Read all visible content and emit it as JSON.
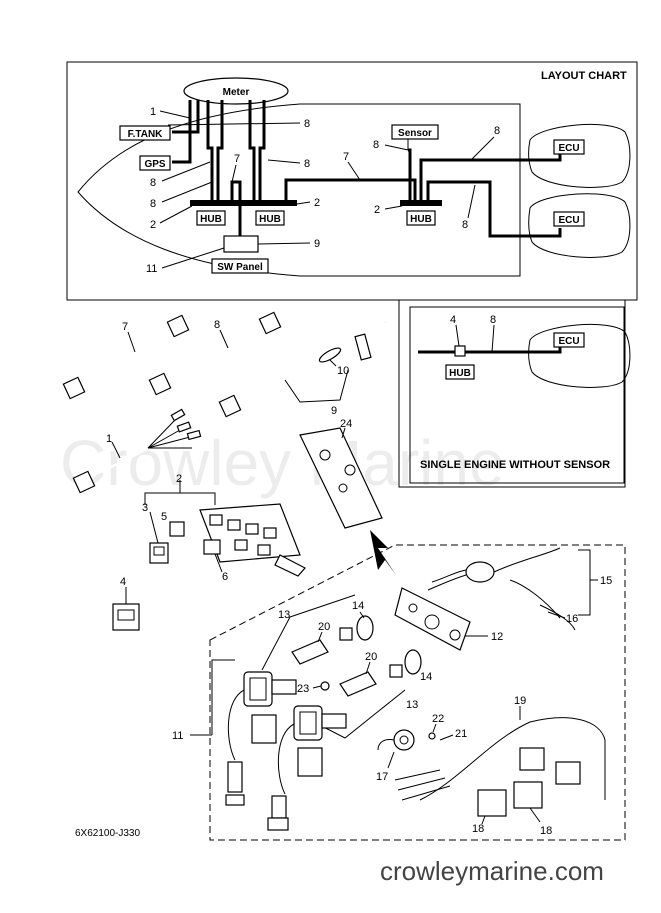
{
  "layout_chart": {
    "title": "LAYOUT CHART",
    "meter": "Meter",
    "ftank": "F.TANK",
    "gps": "GPS",
    "sensor": "Sensor",
    "ecu": "ECU",
    "hub": "HUB",
    "sw_panel": "SW Panel"
  },
  "single_engine": {
    "title": "SINGLE ENGINE WITHOUT SENSOR",
    "hub": "HUB",
    "ecu": "ECU"
  },
  "callouts": {
    "c1": "1",
    "c2": "2",
    "c3": "3",
    "c4": "4",
    "c5": "5",
    "c6": "6",
    "c7": "7",
    "c8": "8",
    "c9": "9",
    "c10": "10",
    "c11": "11",
    "c12": "12",
    "c13": "13",
    "c14": "14",
    "c15": "15",
    "c16": "16",
    "c17": "17",
    "c18": "18",
    "c19": "19",
    "c20": "20",
    "c21": "21",
    "c22": "22",
    "c23": "23",
    "c24": "24"
  },
  "footer": {
    "diagram_code": "6X62100-J330",
    "site": "crowleymarine.com"
  },
  "watermark": "Crowley Marine"
}
